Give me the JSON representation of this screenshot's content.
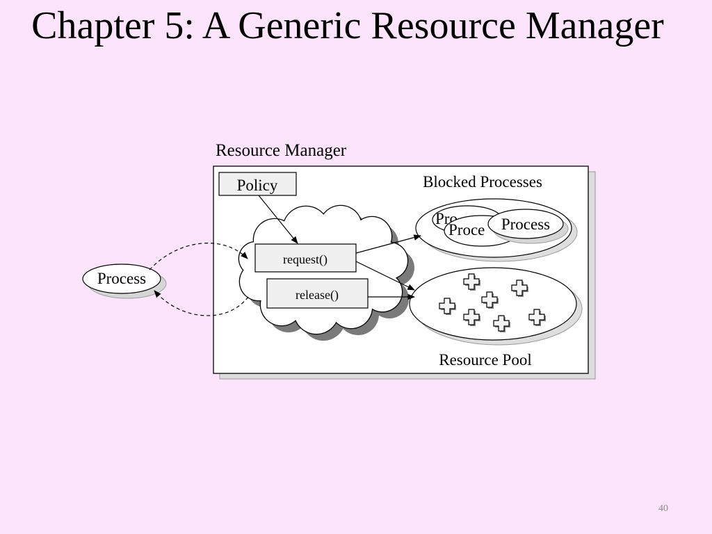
{
  "slide": {
    "title": "Chapter 5: A Generic Resource Manager",
    "page_number": "40"
  },
  "diagram": {
    "manager_label": "Resource Manager",
    "policy_label": "Policy",
    "request_label": "request()",
    "release_label": "release()",
    "blocked_label": "Blocked Processes",
    "pool_label": "Resource Pool",
    "process_label": "Process",
    "blocked_process_partial_1": "Pro",
    "blocked_process_partial_2": "Proce",
    "blocked_process_front": "Process"
  }
}
